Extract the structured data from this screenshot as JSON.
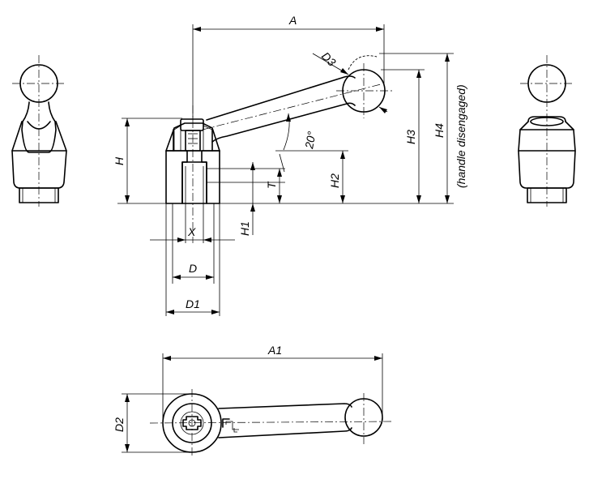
{
  "labels": {
    "A": "A",
    "A1": "A1",
    "D": "D",
    "D1": "D1",
    "D2": "D2",
    "D3": "D3",
    "H": "H",
    "H1": "H1",
    "H2": "H2",
    "H3": "H3",
    "H4": "H4",
    "H4_note": "(handle disengaged)",
    "T": "T",
    "X": "X",
    "angle": "20°"
  }
}
